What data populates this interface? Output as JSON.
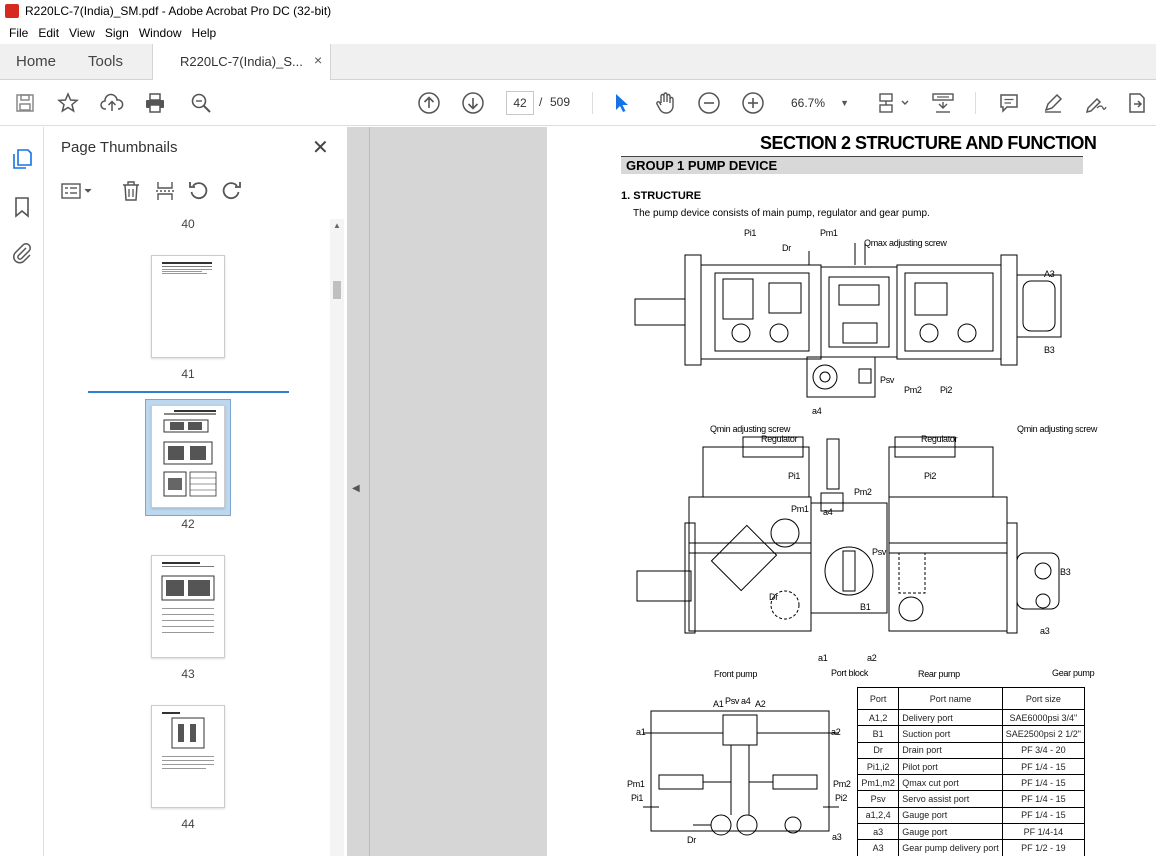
{
  "window": {
    "title": "R220LC-7(India)_SM.pdf - Adobe Acrobat Pro DC (32-bit)"
  },
  "menu": [
    "File",
    "Edit",
    "View",
    "Sign",
    "Window",
    "Help"
  ],
  "tabs": {
    "home": "Home",
    "tools": "Tools",
    "doc": "R220LC-7(India)_S...",
    "close": "×"
  },
  "toolbar": {
    "page_current": "42",
    "page_sep": "/",
    "page_total": "509",
    "zoom": "66.7%"
  },
  "panel": {
    "title": "Page Thumbnails",
    "thumbnails": [
      {
        "num": "40"
      },
      {
        "num": "41"
      },
      {
        "num": "42",
        "selected": true
      },
      {
        "num": "43"
      },
      {
        "num": "44"
      }
    ]
  },
  "document": {
    "section_title": "SECTION  2  STRUCTURE AND FUNCTION",
    "group_title": "GROUP  1  PUMP DEVICE",
    "structure_heading": "1. STRUCTURE",
    "structure_text": "The pump device consists of main pump, regulator and gear pump.",
    "top_labels": {
      "pi1": "Pi1",
      "dr": "Dr",
      "pm1": "Pm1",
      "qmax": "Qmax adjusting screw",
      "a3": "A3",
      "b3": "B3",
      "psv": "Psv",
      "pm2": "Pm2",
      "pi2": "Pi2",
      "a4": "a4"
    },
    "mid_labels": {
      "qmin_left": "Qmin adjusting screw",
      "regulator_left": "Regulator",
      "regulator_right": "Regulator",
      "qmin_right": "Qmin adjusting screw",
      "pi1": "Pi1",
      "pi2": "Pi2",
      "pm1": "Pm1",
      "pm2": "Pm2",
      "a4": "a4",
      "psv": "Psv",
      "dr": "Dr",
      "b1": "B1",
      "b3": "B3",
      "a3": "a3",
      "a1": "a1",
      "a2": "a2",
      "front_pump": "Front pump",
      "port_block": "Port block",
      "rear_pump": "Rear pump",
      "gear_pump": "Gear pump"
    },
    "hyd_labels": {
      "a1_top": "A1",
      "psv": "Psv",
      "a4": "a4",
      "a2_top": "A2",
      "a1": "a1",
      "a2": "a2",
      "pm1": "Pm1",
      "pi1": "Pi1",
      "pm2": "Pm2",
      "pi2": "Pi2",
      "a3": "a3",
      "dr": "Dr"
    },
    "port_table": {
      "headers": [
        "Port",
        "Port name",
        "Port size"
      ],
      "rows": [
        [
          "A1,2",
          "Delivery port",
          "SAE6000psi 3/4\""
        ],
        [
          "B1",
          "Suction port",
          "SAE2500psi 2 1/2\""
        ],
        [
          "Dr",
          "Drain port",
          "PF 3/4 - 20"
        ],
        [
          "Pi1,i2",
          "Pilot port",
          "PF 1/4 - 15"
        ],
        [
          "Pm1,m2",
          "Qmax cut port",
          "PF 1/4 - 15"
        ],
        [
          "Psv",
          "Servo assist port",
          "PF 1/4 - 15"
        ],
        [
          "a1,2,4",
          "Gauge port",
          "PF 1/4 - 15"
        ],
        [
          "a3",
          "Gauge port",
          "PF 1/4-14"
        ],
        [
          "A3",
          "Gear pump delivery port",
          "PF 1/2 - 19"
        ]
      ]
    }
  }
}
